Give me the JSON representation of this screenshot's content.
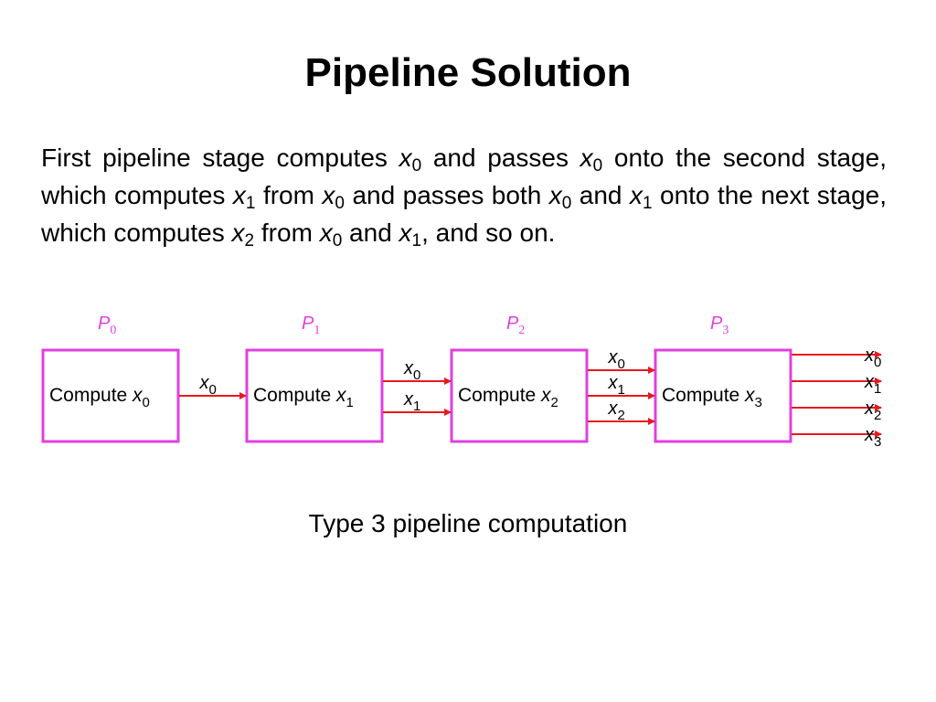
{
  "slide": {
    "title": "Pipeline Solution",
    "paragraph": [
      {
        "t": "First pipeline stage computes "
      },
      {
        "v": "x",
        "s": "0"
      },
      {
        "t": " and passes "
      },
      {
        "v": "x",
        "s": "0"
      },
      {
        "t": " onto the second stage, which computes "
      },
      {
        "v": "x",
        "s": "1"
      },
      {
        "t": " from "
      },
      {
        "v": "x",
        "s": "0"
      },
      {
        "t": " and passes both "
      },
      {
        "v": "x",
        "s": "0"
      },
      {
        "t": " and "
      },
      {
        "v": "x",
        "s": "1"
      },
      {
        "t": " onto the next stage, which computes "
      },
      {
        "v": "x",
        "s": "2"
      },
      {
        "t": " from "
      },
      {
        "v": "x",
        "s": "0"
      },
      {
        "t": " and "
      },
      {
        "v": "x",
        "s": "1"
      },
      {
        "t": ", and so on."
      }
    ],
    "caption": "Type 3 pipeline computation"
  },
  "diagram": {
    "box_color": "#e040e0",
    "arrow_color": "#e8191f",
    "label_color": "#e040e0",
    "stages": [
      {
        "proc_var": "P",
        "proc_sub": "0",
        "text": "Compute ",
        "var": "x",
        "sub": "0"
      },
      {
        "proc_var": "P",
        "proc_sub": "1",
        "text": "Compute ",
        "var": "x",
        "sub": "1"
      },
      {
        "proc_var": "P",
        "proc_sub": "2",
        "text": "Compute ",
        "var": "x",
        "sub": "2"
      },
      {
        "proc_var": "P",
        "proc_sub": "3",
        "text": "Compute ",
        "var": "x",
        "sub": "3"
      }
    ],
    "links": [
      [
        {
          "var": "x",
          "sub": "0"
        }
      ],
      [
        {
          "var": "x",
          "sub": "0"
        },
        {
          "var": "x",
          "sub": "1"
        }
      ],
      [
        {
          "var": "x",
          "sub": "0"
        },
        {
          "var": "x",
          "sub": "1"
        },
        {
          "var": "x",
          "sub": "2"
        }
      ],
      [
        {
          "var": "x",
          "sub": "0"
        },
        {
          "var": "x",
          "sub": "1"
        },
        {
          "var": "x",
          "sub": "2"
        },
        {
          "var": "x",
          "sub": "3"
        }
      ]
    ]
  }
}
